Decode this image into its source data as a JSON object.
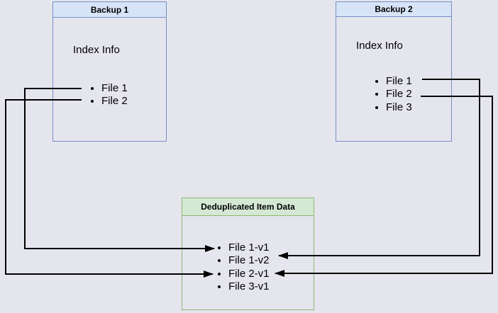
{
  "backup1": {
    "title": "Backup 1",
    "subtitle": "Index Info",
    "items": [
      "File 1",
      "File 2"
    ]
  },
  "backup2": {
    "title": "Backup 2",
    "subtitle": "Index Info",
    "items": [
      "File 1",
      "File 2",
      "File 3"
    ]
  },
  "dedup": {
    "title": "Deduplicated Item Data",
    "items": [
      "File 1-v1",
      "File 1-v2",
      "File 2-v1",
      "File 3-v1"
    ]
  },
  "connections": [
    {
      "from": "Backup 1 / File 1",
      "to": "Deduplicated Item Data / File 1-v1"
    },
    {
      "from": "Backup 1 / File 2",
      "to": "Deduplicated Item Data / File 2-v1"
    },
    {
      "from": "Backup 2 / File 1",
      "to": "Deduplicated Item Data / File 1-v2"
    },
    {
      "from": "Backup 2 / File 2",
      "to": "Deduplicated Item Data / File 2-v1"
    }
  ],
  "colors": {
    "background": "#e5e5ee",
    "backup_box_fill": "#d7e4f8",
    "backup_box_border": "#7590c5",
    "dedup_box_fill": "#d5e8d4",
    "dedup_box_border": "#8cb871",
    "arrow_line": "#000000",
    "text": "#000000"
  }
}
